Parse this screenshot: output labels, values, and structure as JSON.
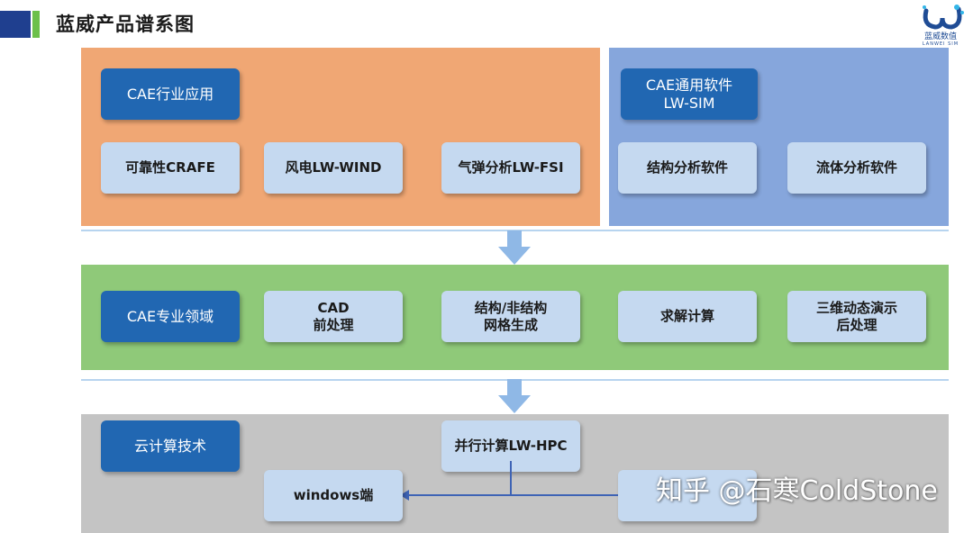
{
  "header": {
    "title": "蓝威产品谱系图",
    "logo_text": "蓝威数值",
    "logo_sub": "LANWEI SIM"
  },
  "colors": {
    "orange_panel": "#f0a774",
    "blue_panel": "#86a6dc",
    "green_panel": "#8fc979",
    "gray_panel": "#c4c4c4",
    "header_box": "#2167b2",
    "item_box": "#c5d9f0",
    "arrow": "#8fb8e6",
    "connector": "#3e63b5"
  },
  "top_row": {
    "industry_apps": {
      "title": "CAE行业应用",
      "items": [
        "可靠性CRAFE",
        "风电LW-WIND",
        "气弹分析LW-FSI"
      ]
    },
    "general_software": {
      "title_line1": "CAE通用软件",
      "title_line2": "LW-SIM",
      "items": [
        "结构分析软件",
        "流体分析软件"
      ]
    }
  },
  "middle_row": {
    "title": "CAE专业领域",
    "items": [
      {
        "line1": "CAD",
        "line2": "前处理"
      },
      {
        "line1": "结构/非结构",
        "line2": "网格生成"
      },
      {
        "line1": "求解计算",
        "line2": ""
      },
      {
        "line1": "三维动态演示",
        "line2": "后处理"
      }
    ]
  },
  "bottom_row": {
    "title": "云计算技术",
    "hpc": "并行计算LW-HPC",
    "left_client": "windows端",
    "right_client": ""
  },
  "watermark": "知乎 @石寒ColdStone"
}
